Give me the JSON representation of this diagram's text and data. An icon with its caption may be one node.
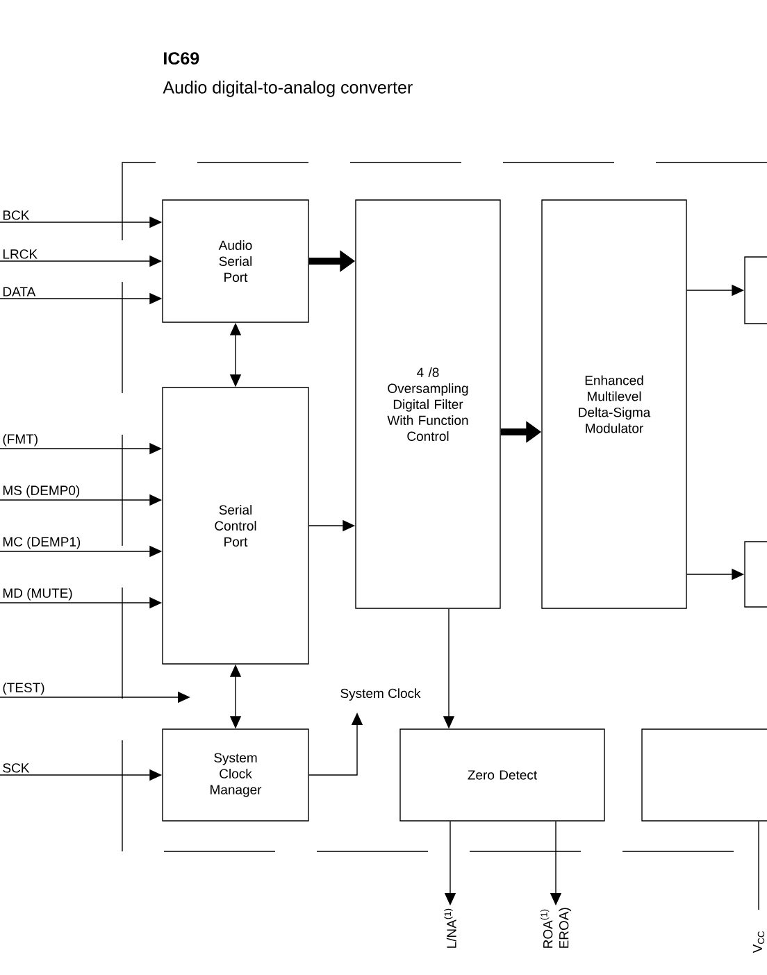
{
  "diagram": {
    "title": "IC69",
    "nodes": [
      {
        "text": [
          "Audio Serial Port"
        ]
      },
      {
        "text": [
          "4 /8 Oversampling Digital Filter With Function Control"
        ]
      },
      {
        "text": [
          "Enhanced Multilevel Delta-Sigma Modulator"
        ]
      },
      {
        "text": [],
        "shape": "box"
      },
      {
        "text": [
          "Serial Control Port"
        ]
      },
      {
        "text": [],
        "shape": "box"
      },
      {
        "text": [
          "System Clock Manager"
        ]
      },
      {
        "text": [
          "Zero Detect"
        ]
      },
      {
        "text": [],
        "shape": "box"
      },
      {
        "text": [
          "BCK"
        ]
      },
      {
        "text": [
          "LRCK"
        ]
      },
      {
        "text": [
          "DATA"
        ]
      },
      {
        "text": [
          "(FMT)"
        ]
      },
      {
        "text": [
          "MS (DEMP0)"
        ]
      },
      {
        "text": [
          "MC (DEMP1)"
        ]
      },
      {
        "text": [
          "MD (MUTE)"
        ]
      },
      {
        "text": [
          "(TEST)"
        ]
      },
      {
        "text": [
          "SCK"
        ]
      },
      {
        "text": [
          "L/NA$^{(1)}$"
        ]
      },
      {
        "text": [
          "ROA$^{(1)}$ EROA)"
        ]
      },
      {
        "text": [
          "V$_{CC}$"
        ]
      }
    ],
    "edges": [
      {
        "from": 9,
        "to": 0,
        "arrow": "to"
      },
      {
        "from": 10,
        "to": 0,
        "arrow": "to"
      },
      {
        "from": 11,
        "to": 0,
        "arrow": "to"
      },
      {
        "from": 0,
        "to": 1,
        "arrow": "to",
        "style": "thick"
      },
      {
        "from": 0,
        "to": 4,
        "arrow": "both"
      },
      {
        "from": 12,
        "to": 4,
        "arrow": "to"
      },
      {
        "from": 13,
        "to": 4,
        "arrow": "to"
      },
      {
        "from": 14,
        "to": 4,
        "arrow": "to"
      },
      {
        "from": 15,
        "to": 4,
        "arrow": "to"
      },
      {
        "from": 4,
        "to": 1,
        "arrow": "to"
      },
      {
        "from": 1,
        "to": 2,
        "arrow": "to",
        "style": "thick"
      },
      {
        "from": 2,
        "to": 3,
        "arrow": "to"
      },
      {
        "from": 2,
        "to": 5,
        "arrow": "to"
      },
      {
        "from": 4,
        "to": 6,
        "arrow": "both"
      },
      {
        "from": 16,
        "to": null,
        "arrow": "to"
      },
      {
        "from": 17,
        "to": 6,
        "arrow": "to"
      },
      {
        "from": 6,
        "to": null,
        "arrow": "to",
        "label": "System Clock"
      },
      {
        "from": 1,
        "to": 7,
        "arrow": "to"
      },
      {
        "from": 7,
        "to": 18,
        "arrow": "to"
      },
      {
        "from": 7,
        "to": 19,
        "arrow": "to"
      },
      {
        "from": 8,
        "to": 20,
        "arrow": "none"
      }
    ],
    "labels": [
      "Audio digital-to-analog converter"
    ]
  }
}
